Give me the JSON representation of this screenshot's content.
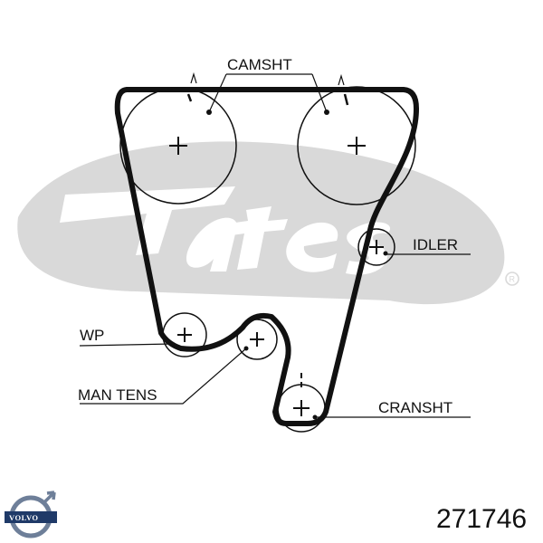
{
  "labels": {
    "camshaft": "CAMSHT",
    "idler": "IDLER",
    "water_pump": "WP",
    "manual_tensioner": "MAN TENS",
    "crankshaft": "CRANSHT"
  },
  "part_number": "271746",
  "logos": {
    "background_watermark": "Gates",
    "brand_badge": "VOLVO"
  },
  "colors": {
    "belt": "#111111",
    "watermark": "#d9d9d9",
    "badge": "#1f3a68"
  }
}
